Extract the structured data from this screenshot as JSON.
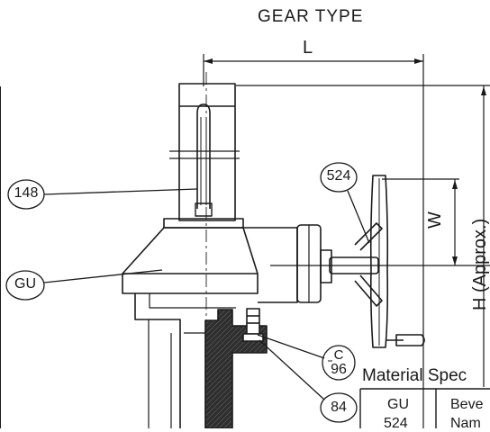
{
  "title": "GEAR TYPE",
  "dimensions": {
    "length": "L",
    "width": "W",
    "height": "H (Approx.)"
  },
  "callouts": {
    "stem_part": "148",
    "body_part": "GU",
    "handwheel_part": "524",
    "c_label": "C",
    "c_part": "96",
    "bottom_part": "84"
  },
  "material_spec": {
    "title": "Material Spec",
    "rows": [
      {
        "part": "GU",
        "desc": "Beve"
      },
      {
        "part": "524",
        "desc": "Nam"
      }
    ]
  },
  "colors": {
    "line": "#1a1a1a",
    "hatch_dark": "#3a3a3a",
    "paper": "#ffffff"
  }
}
